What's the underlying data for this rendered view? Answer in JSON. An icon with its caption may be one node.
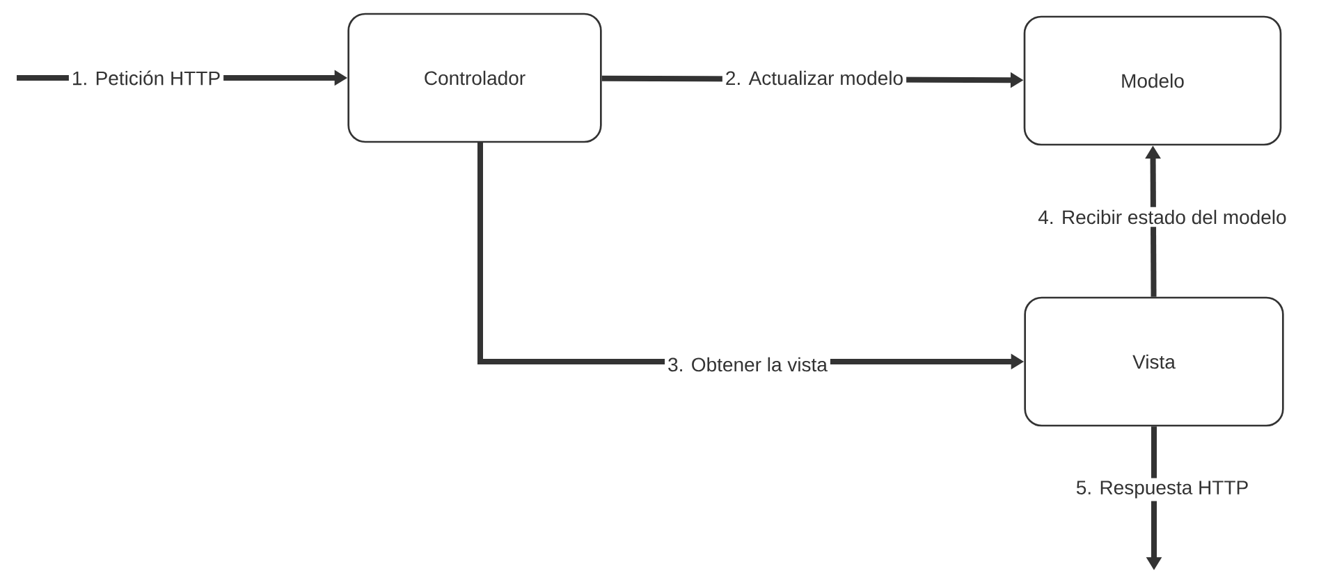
{
  "diagram": {
    "nodes": [
      {
        "text": [
          "Controlador"
        ]
      },
      {
        "text": [
          "Modelo"
        ]
      },
      {
        "text": [
          "Vista"
        ]
      }
    ],
    "edges": [
      {
        "from": null,
        "to": 0,
        "arrow": "to",
        "label": "1. Petición HTTP"
      },
      {
        "from": 0,
        "to": 1,
        "arrow": "to",
        "label": "2. Actualizar modelo"
      },
      {
        "from": 0,
        "to": 2,
        "arrow": "to",
        "label": "3. Obtener la vista"
      },
      {
        "from": 2,
        "to": 1,
        "arrow": "to",
        "label": "4. Recibir estado del modelo"
      },
      {
        "from": 2,
        "to": null,
        "arrow": "to",
        "label": "5. Respuesta HTTP"
      }
    ]
  }
}
